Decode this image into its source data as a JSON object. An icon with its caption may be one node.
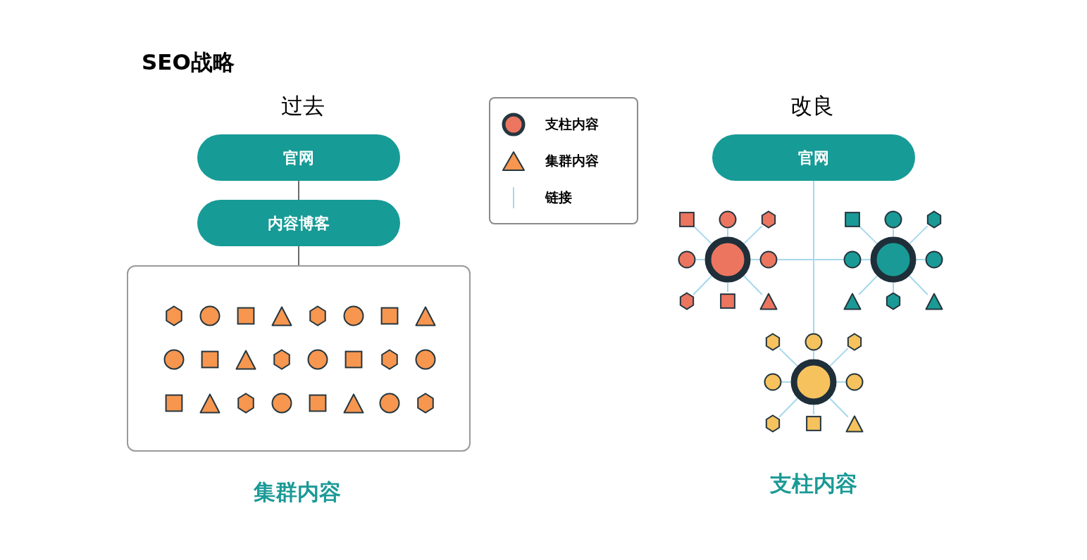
{
  "diagram": {
    "title": "SEO战略",
    "nodes": [
      {
        "text": [
          "官网"
        ]
      },
      {
        "text": [
          "内容博客"
        ]
      },
      {
        "text": [],
        "shape": "box"
      },
      {
        "text": [
          "官网"
        ]
      },
      {
        "text": [],
        "shape": "circle"
      },
      {
        "text": [],
        "shape": "box"
      },
      {
        "text": [],
        "shape": "circle"
      },
      {
        "text": [],
        "shape": "hexagon"
      },
      {
        "text": [],
        "shape": "circle"
      },
      {
        "text": [],
        "shape": "circle"
      },
      {
        "text": [],
        "shape": "hexagon"
      },
      {
        "text": [],
        "shape": "box"
      },
      {
        "text": [],
        "shape": "triangle"
      },
      {
        "text": [],
        "shape": "circle"
      },
      {
        "text": [],
        "shape": "box"
      },
      {
        "text": [],
        "shape": "circle"
      },
      {
        "text": [],
        "shape": "hexagon"
      },
      {
        "text": [],
        "shape": "circle"
      },
      {
        "text": [],
        "shape": "circle"
      },
      {
        "text": [],
        "shape": "triangle"
      },
      {
        "text": [],
        "shape": "hexagon"
      },
      {
        "text": [],
        "shape": "triangle"
      },
      {
        "text": [],
        "shape": "circle"
      },
      {
        "text": [],
        "shape": "hexagon"
      },
      {
        "text": [],
        "shape": "circle"
      },
      {
        "text": [],
        "shape": "hexagon"
      },
      {
        "text": [],
        "shape": "circle"
      },
      {
        "text": [],
        "shape": "circle"
      },
      {
        "text": [],
        "shape": "hexagon"
      },
      {
        "text": [],
        "shape": "box"
      },
      {
        "text": [],
        "shape": "triangle"
      }
    ],
    "edges": [
      {
        "from": 0,
        "to": 1,
        "arrow": "none",
        "color": "#6b6b6b"
      },
      {
        "from": 1,
        "to": 2,
        "arrow": "none",
        "color": "#6b6b6b"
      },
      {
        "from": 3,
        "to": 24,
        "arrow": "none"
      },
      {
        "from": 9,
        "to": 17,
        "arrow": "none"
      },
      {
        "from": 4,
        "to": 5,
        "arrow": "none"
      },
      {
        "from": 4,
        "to": 6,
        "arrow": "none"
      },
      {
        "from": 4,
        "to": 7,
        "arrow": "none"
      },
      {
        "from": 4,
        "to": 8,
        "arrow": "none"
      },
      {
        "from": 4,
        "to": 9,
        "arrow": "none"
      },
      {
        "from": 4,
        "to": 10,
        "arrow": "none"
      },
      {
        "from": 4,
        "to": 11,
        "arrow": "none"
      },
      {
        "from": 4,
        "to": 12,
        "arrow": "none"
      },
      {
        "from": 13,
        "to": 14,
        "arrow": "none"
      },
      {
        "from": 13,
        "to": 15,
        "arrow": "none"
      },
      {
        "from": 13,
        "to": 16,
        "arrow": "none"
      },
      {
        "from": 13,
        "to": 17,
        "arrow": "none"
      },
      {
        "from": 13,
        "to": 18,
        "arrow": "none"
      },
      {
        "from": 13,
        "to": 19,
        "arrow": "none"
      },
      {
        "from": 13,
        "to": 20,
        "arrow": "none"
      },
      {
        "from": 13,
        "to": 21,
        "arrow": "none"
      },
      {
        "from": 22,
        "to": 23,
        "arrow": "none"
      },
      {
        "from": 22,
        "to": 24,
        "arrow": "none"
      },
      {
        "from": 22,
        "to": 25,
        "arrow": "none"
      },
      {
        "from": 22,
        "to": 26,
        "arrow": "none"
      },
      {
        "from": 22,
        "to": 27,
        "arrow": "none"
      },
      {
        "from": 22,
        "to": 28,
        "arrow": "none"
      },
      {
        "from": 22,
        "to": 29,
        "arrow": "none"
      },
      {
        "from": 22,
        "to": 30,
        "arrow": "none"
      }
    ],
    "labels": [
      "过去",
      "改良",
      "集群内容",
      "支柱内容"
    ],
    "legend": [
      {
        "text": "支柱内容"
      },
      {
        "text": "集群内容"
      },
      {
        "text": "链接"
      }
    ]
  }
}
